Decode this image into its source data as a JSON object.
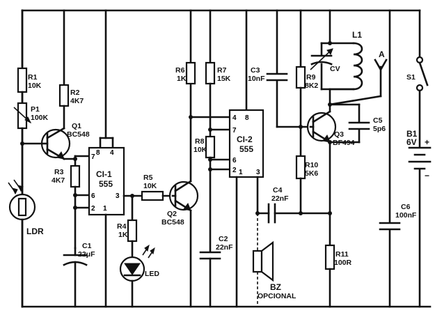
{
  "colors": {
    "ink": "#111111",
    "paper": "#ffffff"
  },
  "components": {
    "r1": {
      "ref": "R1",
      "value": "10K"
    },
    "p1": {
      "ref": "P1",
      "value": "100K"
    },
    "r2": {
      "ref": "R2",
      "value": "4K7"
    },
    "q1": {
      "ref": "Q1",
      "value": "BC548"
    },
    "r3": {
      "ref": "R3",
      "value": "4K7"
    },
    "ldr": {
      "ref": "LDR"
    },
    "ci1": {
      "ref": "CI-1",
      "value": "555"
    },
    "c1": {
      "ref": "C1",
      "value": "22μF"
    },
    "r5": {
      "ref": "R5",
      "value": "10K"
    },
    "r4": {
      "ref": "R4",
      "value": "1K"
    },
    "led": {
      "ref": "LED"
    },
    "q2": {
      "ref": "Q2",
      "value": "BC548"
    },
    "r6": {
      "ref": "R6",
      "value": "1K"
    },
    "r7": {
      "ref": "R7",
      "value": "15K"
    },
    "r8": {
      "ref": "R8",
      "value": "10K"
    },
    "c2": {
      "ref": "C2",
      "value": "22nF"
    },
    "ci2": {
      "ref": "CI-2",
      "value": "555"
    },
    "c3": {
      "ref": "C3",
      "value": "10nF"
    },
    "r9": {
      "ref": "R9",
      "value": "8K2"
    },
    "cv": {
      "ref": "CV"
    },
    "l1": {
      "ref": "L1"
    },
    "ant": {
      "ref": "A"
    },
    "q3": {
      "ref": "Q3",
      "value": "BF494"
    },
    "c5": {
      "ref": "C5",
      "value": "5p6"
    },
    "r10": {
      "ref": "R10",
      "value": "5K6"
    },
    "c4": {
      "ref": "C4",
      "value": "22nF"
    },
    "bz": {
      "ref": "BZ",
      "value": "OPCIONAL"
    },
    "r11": {
      "ref": "R11",
      "value": "100R"
    },
    "s1": {
      "ref": "S1"
    },
    "b1": {
      "ref": "B1",
      "value": "6V",
      "plus": "+",
      "minus": "−"
    },
    "c6": {
      "ref": "C6",
      "value": "100nF"
    }
  },
  "pins": {
    "ci1": {
      "p7": "7",
      "p8": "8",
      "p4": "4",
      "p6": "6",
      "p2": "2",
      "p1": "1",
      "p3": "3"
    },
    "ci2": {
      "p4": "4",
      "p8": "8",
      "p7": "7",
      "p6": "6",
      "p2": "2",
      "p1": "1",
      "p3": "3"
    }
  },
  "icons": [
    "resistor-icon",
    "potentiometer-icon",
    "npn-transistor-icon",
    "ldr-icon",
    "capacitor-icon",
    "electrolytic-capacitor-icon",
    "led-icon",
    "inductor-icon",
    "variable-capacitor-icon",
    "antenna-icon",
    "speaker-icon",
    "switch-icon",
    "battery-icon"
  ]
}
